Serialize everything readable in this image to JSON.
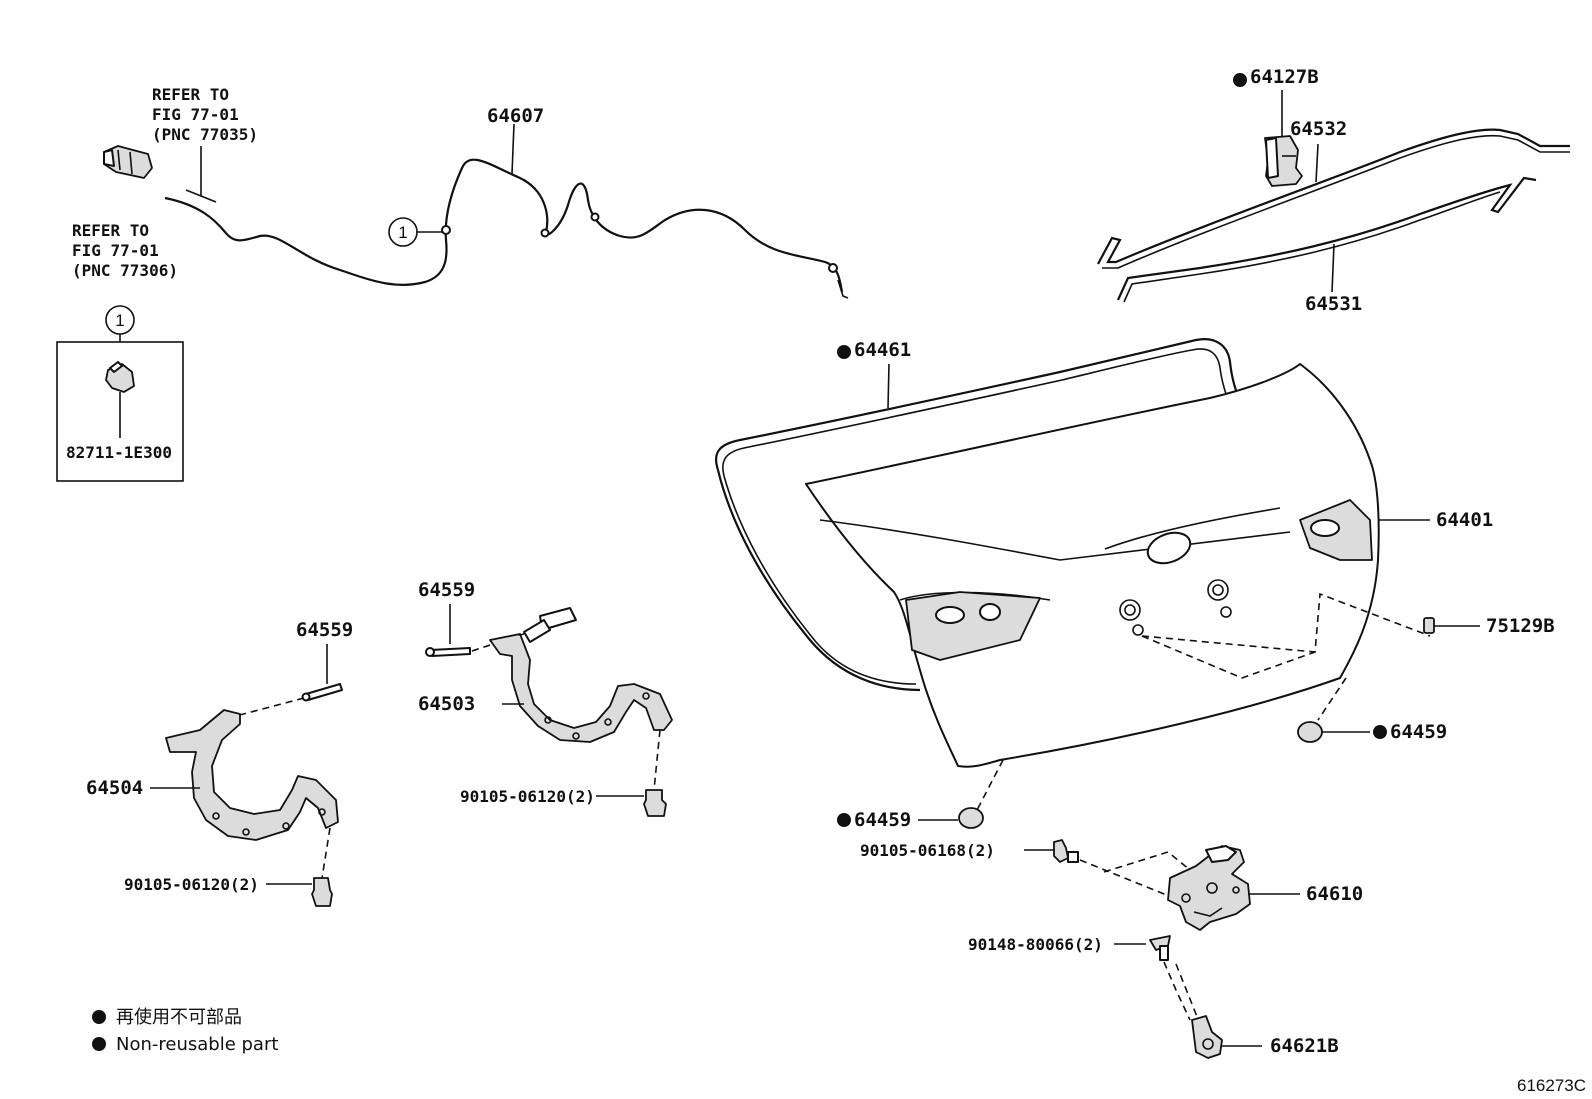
{
  "refs": {
    "ref_a": [
      "REFER TO",
      "FIG 77-01",
      "(PNC 77035)"
    ],
    "ref_b": [
      "REFER TO",
      "FIG 77-01",
      "(PNC 77306)"
    ]
  },
  "callout_marker": "1",
  "inset_part": "82711-1E300",
  "parts": {
    "p64607": "64607",
    "p64127b": "64127B",
    "p64532": "64532",
    "p64531": "64531",
    "p64461": "64461",
    "p64401": "64401",
    "p75129b": "75129B",
    "p64459_right": "64459",
    "p64459_bottom": "64459",
    "p64559_left": "64559",
    "p64559_mid": "64559",
    "p64503": "64503",
    "p64504": "64504",
    "p90105_06120_mid": "90105-06120(2)",
    "p90105_06120_left": "90105-06120(2)",
    "p90105_06168": "90105-06168(2)",
    "p64610": "64610",
    "p90148_80066": "90148-80066(2)",
    "p64621b": "64621B"
  },
  "legend": {
    "line1": "再使用不可部品",
    "line2": "Non-reusable part"
  },
  "figure_id": "616273C",
  "colors": {
    "ink": "#111111",
    "background": "#ffffff"
  }
}
